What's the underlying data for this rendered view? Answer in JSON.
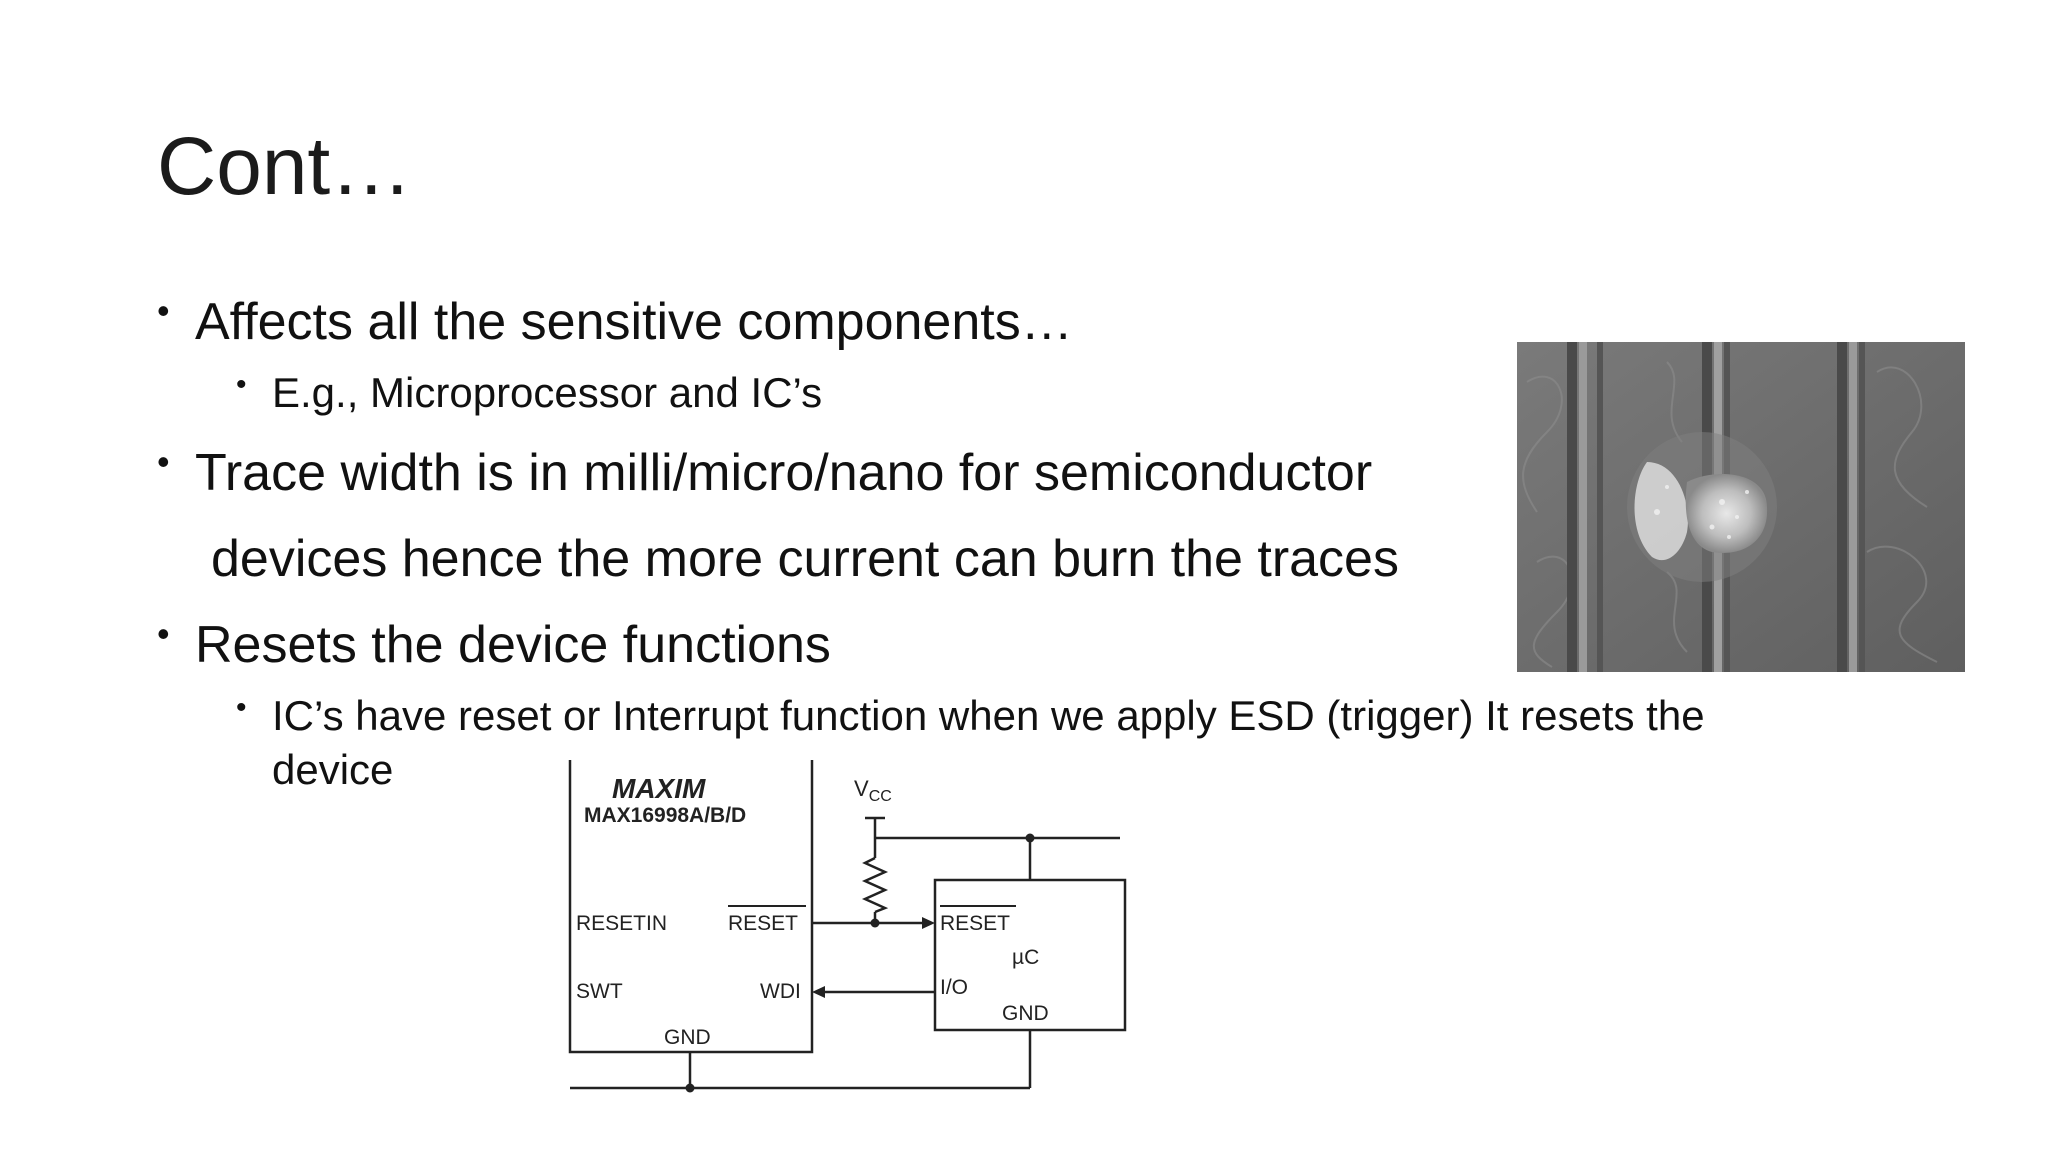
{
  "slide": {
    "title": "Cont…",
    "bullets": [
      {
        "level": 1,
        "text": "Affects all the sensitive components…"
      },
      {
        "level": 2,
        "text": "E.g., Microprocessor and IC’s"
      },
      {
        "level": 1,
        "text": "Trace width is in milli/micro/nano for semiconductor"
      },
      {
        "level": 1,
        "text": "devices hence the more current can burn the traces",
        "continuation": true
      },
      {
        "level": 1,
        "text": "Resets the device functions"
      },
      {
        "level": 2,
        "text": "IC’s have reset or Interrupt function when we apply ESD (trigger) It resets the"
      },
      {
        "level": 2,
        "text": "device",
        "continuation": true
      }
    ],
    "bullet_glyph": "•"
  },
  "circuit": {
    "brand": "MAXIM",
    "part": "MAX16998A/B/D",
    "vcc": "V",
    "vcc_sub": "CC",
    "pins_left": [
      "RESETIN",
      "SWT"
    ],
    "pins_right": [
      "RESET",
      "WDI"
    ],
    "gnd_ic": "GND",
    "uc_pins": [
      "RESET",
      "I/O"
    ],
    "uc_label": "µC",
    "gnd_uc": "GND"
  },
  "colors": {
    "text": "#111111",
    "photo_base": "#6e6e6e"
  }
}
